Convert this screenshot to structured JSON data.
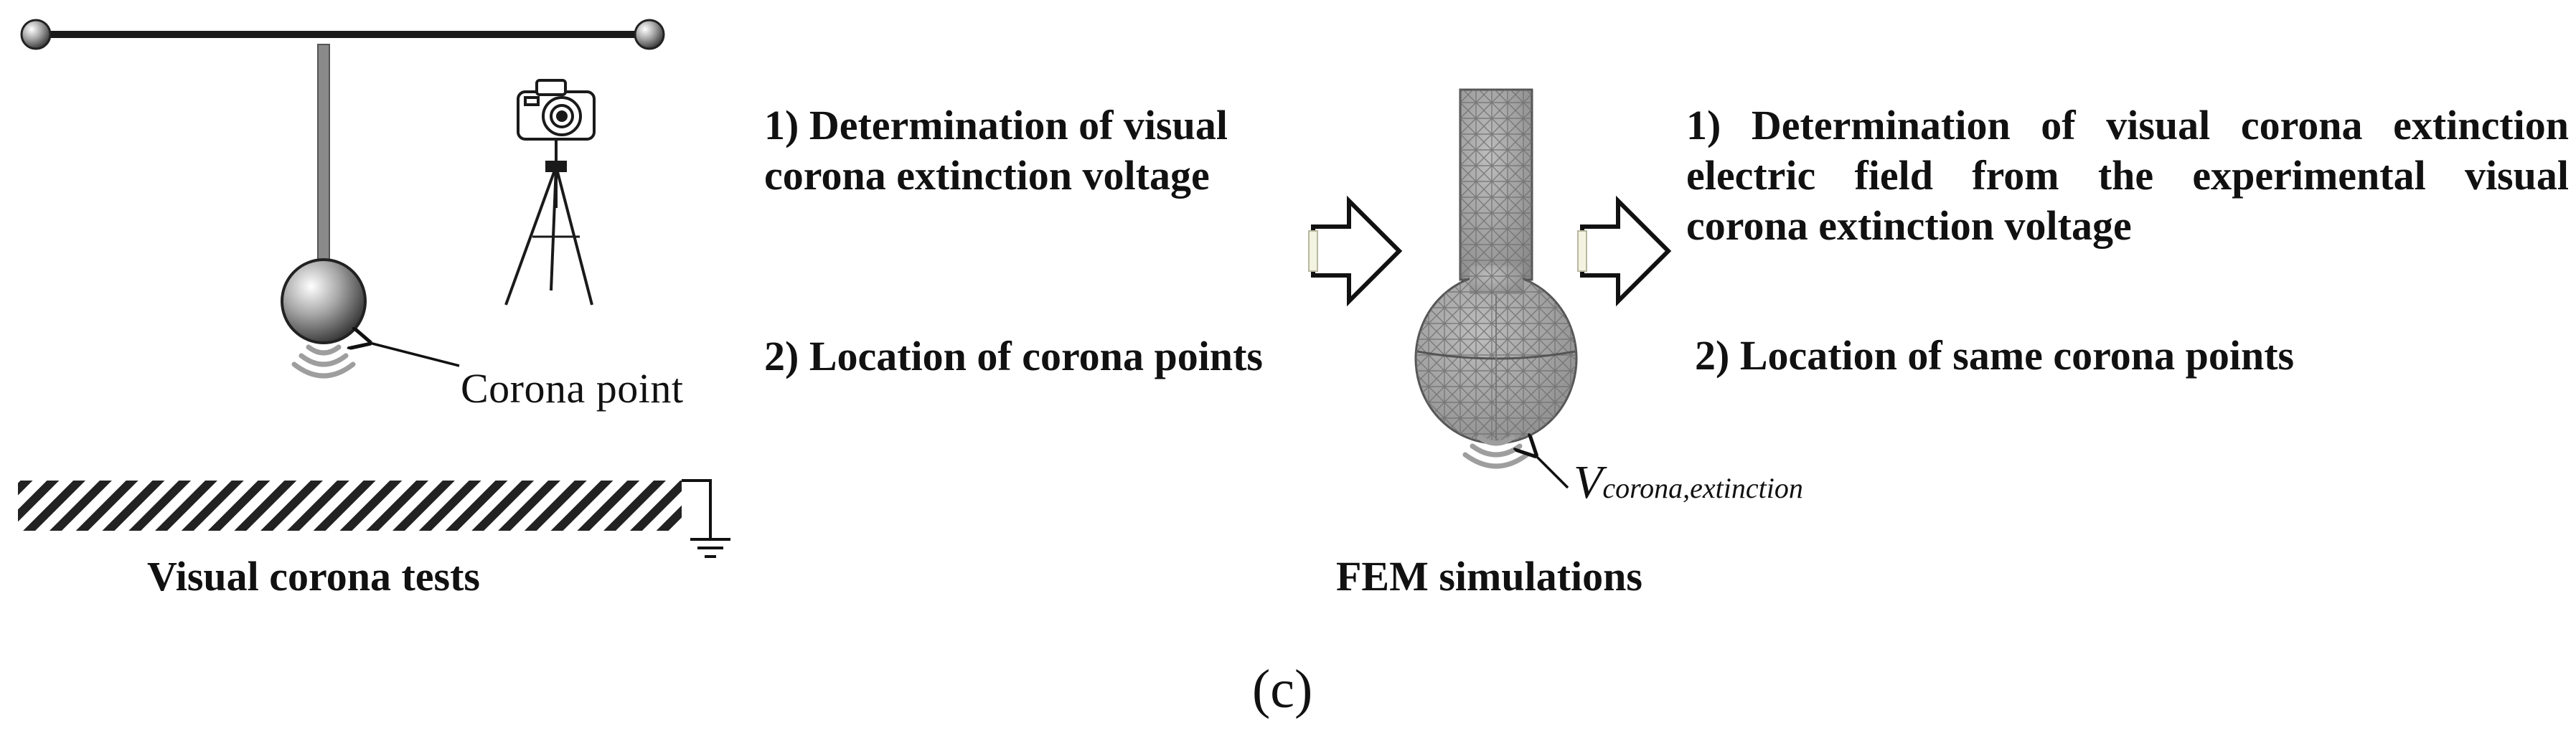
{
  "left_panel": {
    "corona_point_label": "Corona point",
    "caption": "Visual corona tests"
  },
  "middle_steps": {
    "step1_line1": "1) Determination of visual",
    "step1_line2": "corona extinction voltage",
    "step2": "2) Location of corona points"
  },
  "fem_panel": {
    "voltage_symbol": "V",
    "voltage_subscript": "corona,extinction",
    "caption": "FEM simulations"
  },
  "right_steps": {
    "step1_line1": "1) Determination of visual corona extinction",
    "step1_line2": "electric field from the experimental visual",
    "step1_line3": "corona extinction voltage",
    "step2": "2) Location of same corona points"
  },
  "figure_label": "(c)"
}
